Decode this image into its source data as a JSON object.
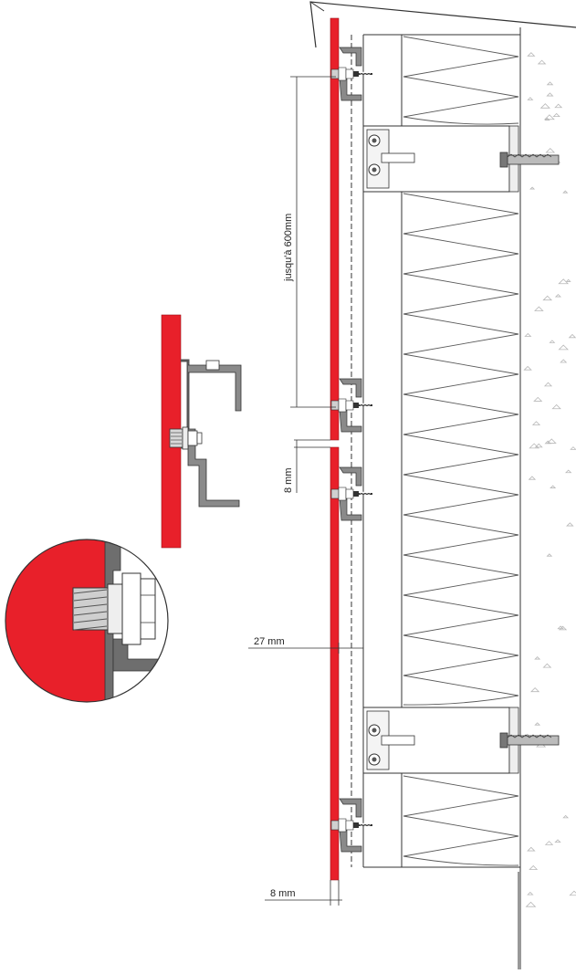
{
  "dimensions": {
    "spacing": "jusqu'à 600mm",
    "joint_gap": "8 mm",
    "cavity_depth": "27 mm",
    "bottom_gap": "8 mm"
  },
  "colors": {
    "panel": "#e8202a",
    "metal": "#6e6e6e",
    "line": "#333333",
    "concrete_speck": "#b8b8b8",
    "insulation_line": "#5a5a5a"
  },
  "icons": [
    "bolt-icon",
    "anchor-icon",
    "rail-clip-icon"
  ]
}
